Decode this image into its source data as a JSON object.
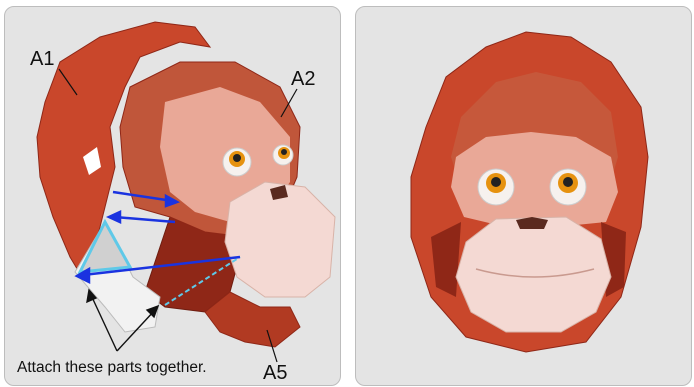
{
  "labels": {
    "a1": "A1",
    "a2": "A2",
    "a5": "A5"
  },
  "caption": "Attach these parts together.",
  "colors": {
    "panel_bg": "#e4e4e4",
    "fur": "#c9472b",
    "fur_dark": "#8f2717",
    "face": "#e9a897",
    "muzzle": "#f4d9d3",
    "eye": "#e6920f",
    "arrow": "#1a33e0",
    "highlight_edge": "#5fc9e8"
  },
  "icons": [
    "orangutan-papercraft-head",
    "blue-arrow",
    "black-pointer-arrow"
  ]
}
